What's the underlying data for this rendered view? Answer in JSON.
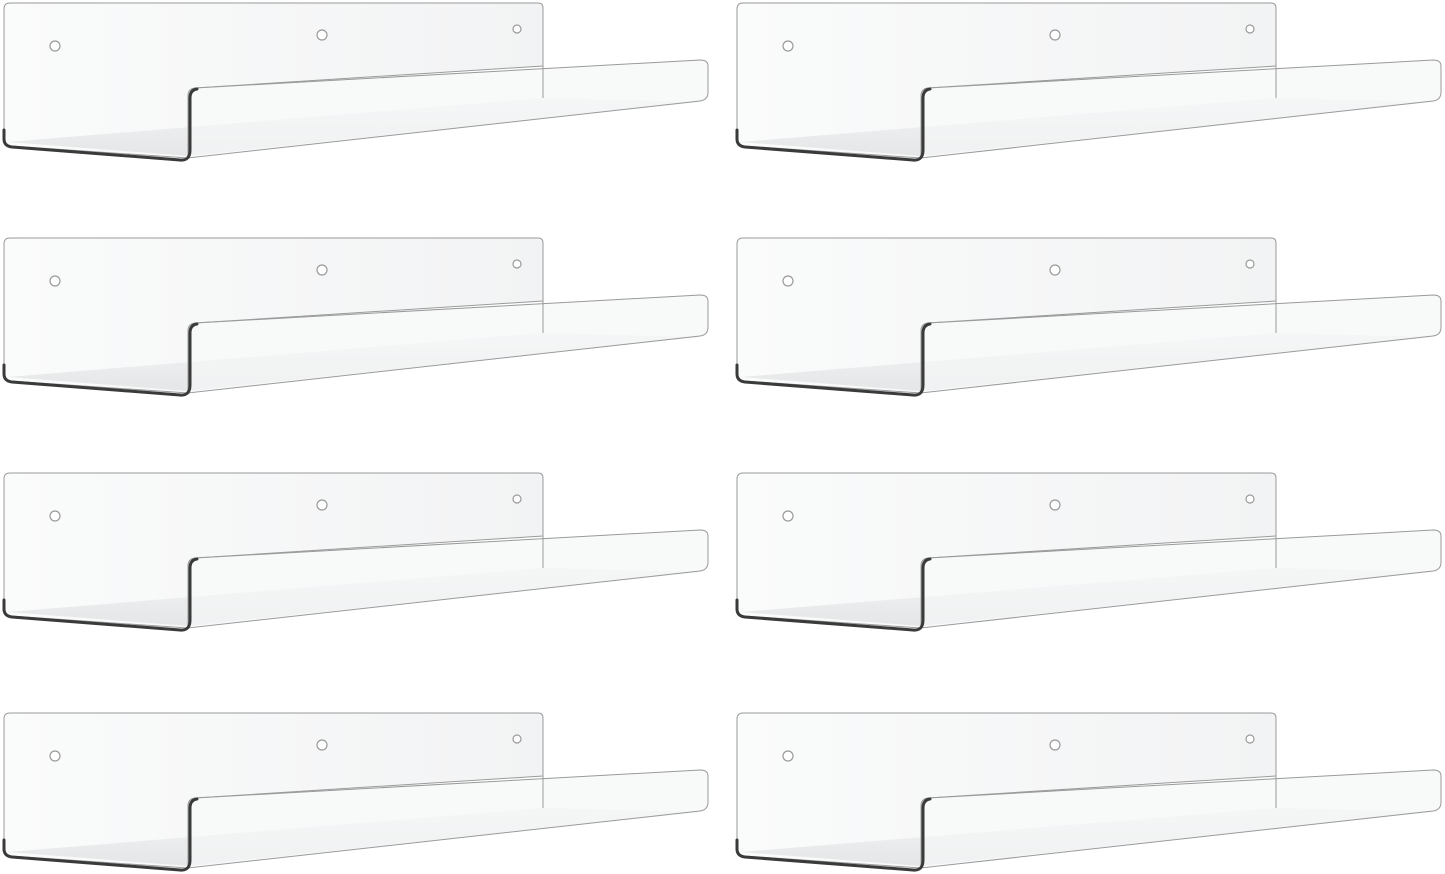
{
  "image": {
    "subject": "product-photo",
    "items": [
      {
        "name": "shelf-1"
      },
      {
        "name": "shelf-2"
      },
      {
        "name": "shelf-3"
      },
      {
        "name": "shelf-4"
      },
      {
        "name": "shelf-5"
      },
      {
        "name": "shelf-6"
      },
      {
        "name": "shelf-7"
      },
      {
        "name": "shelf-8"
      }
    ],
    "colors": {
      "background": "#ffffff",
      "edge_dark": "#3a3a3a",
      "edge_light": "#9a9a9a",
      "panel_fill": "#f7f8f9",
      "floor_fill": "#eceef0"
    }
  }
}
